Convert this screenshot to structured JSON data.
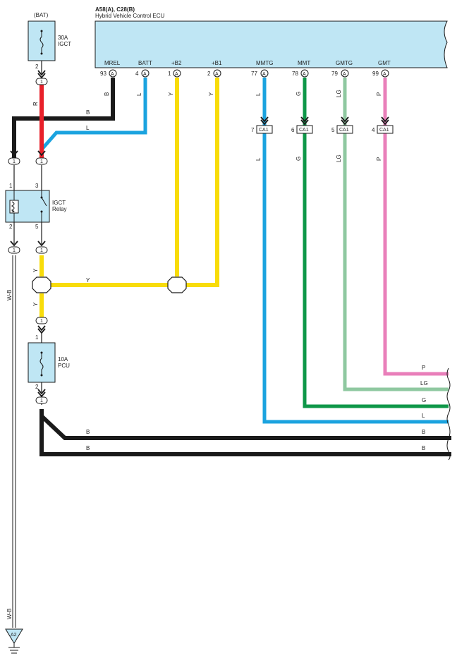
{
  "ecu": {
    "code": "A58(A), C28(B)",
    "name": "Hybrid Vehicle Control ECU",
    "pins": [
      {
        "name": "MREL",
        "num": "93",
        "conn": "A",
        "wire": "B"
      },
      {
        "name": "BATT",
        "num": "4",
        "conn": "A",
        "wire": "L"
      },
      {
        "name": "+B2",
        "num": "1",
        "conn": "A",
        "wire": "Y"
      },
      {
        "name": "+B1",
        "num": "2",
        "conn": "A",
        "wire": "Y"
      },
      {
        "name": "MMTG",
        "num": "77",
        "conn": "A",
        "wire": "L"
      },
      {
        "name": "MMT",
        "num": "78",
        "conn": "A",
        "wire": "G"
      },
      {
        "name": "GMTG",
        "num": "79",
        "conn": "A",
        "wire": "LG"
      },
      {
        "name": "GMT",
        "num": "99",
        "conn": "A",
        "wire": "P"
      }
    ]
  },
  "bat_label": "(BAT)",
  "fuse_igct": {
    "line1": "30A",
    "line2": "IGCT",
    "pin": "2"
  },
  "fuse_pcu": {
    "line1": "10A",
    "line2": "PCU",
    "pin_top": "1",
    "pin_bottom": "2"
  },
  "relay": {
    "line1": "IGCT",
    "line2": "Relay",
    "pin1": "1",
    "pin2": "2",
    "pin3": "3",
    "pin5": "5"
  },
  "junction_id": "1",
  "ca1": {
    "id": "CA1",
    "pins": [
      "7",
      "6",
      "5",
      "4"
    ]
  },
  "ground": {
    "id": "A2"
  },
  "wires": {
    "red": "R",
    "black": "B",
    "blue": "L",
    "yellow": "Y",
    "green": "G",
    "lightgreen": "LG",
    "pink": "P",
    "white_black": "W-B"
  },
  "colors": {
    "ecu_fill": "#bfe6f4",
    "black": "#1a1a1a",
    "red": "#e8202a",
    "blue": "#1ba3df",
    "yellow": "#f8dc0a",
    "green": "#0e9748",
    "lightgreen": "#8fc8a0",
    "pink": "#e97fba"
  }
}
